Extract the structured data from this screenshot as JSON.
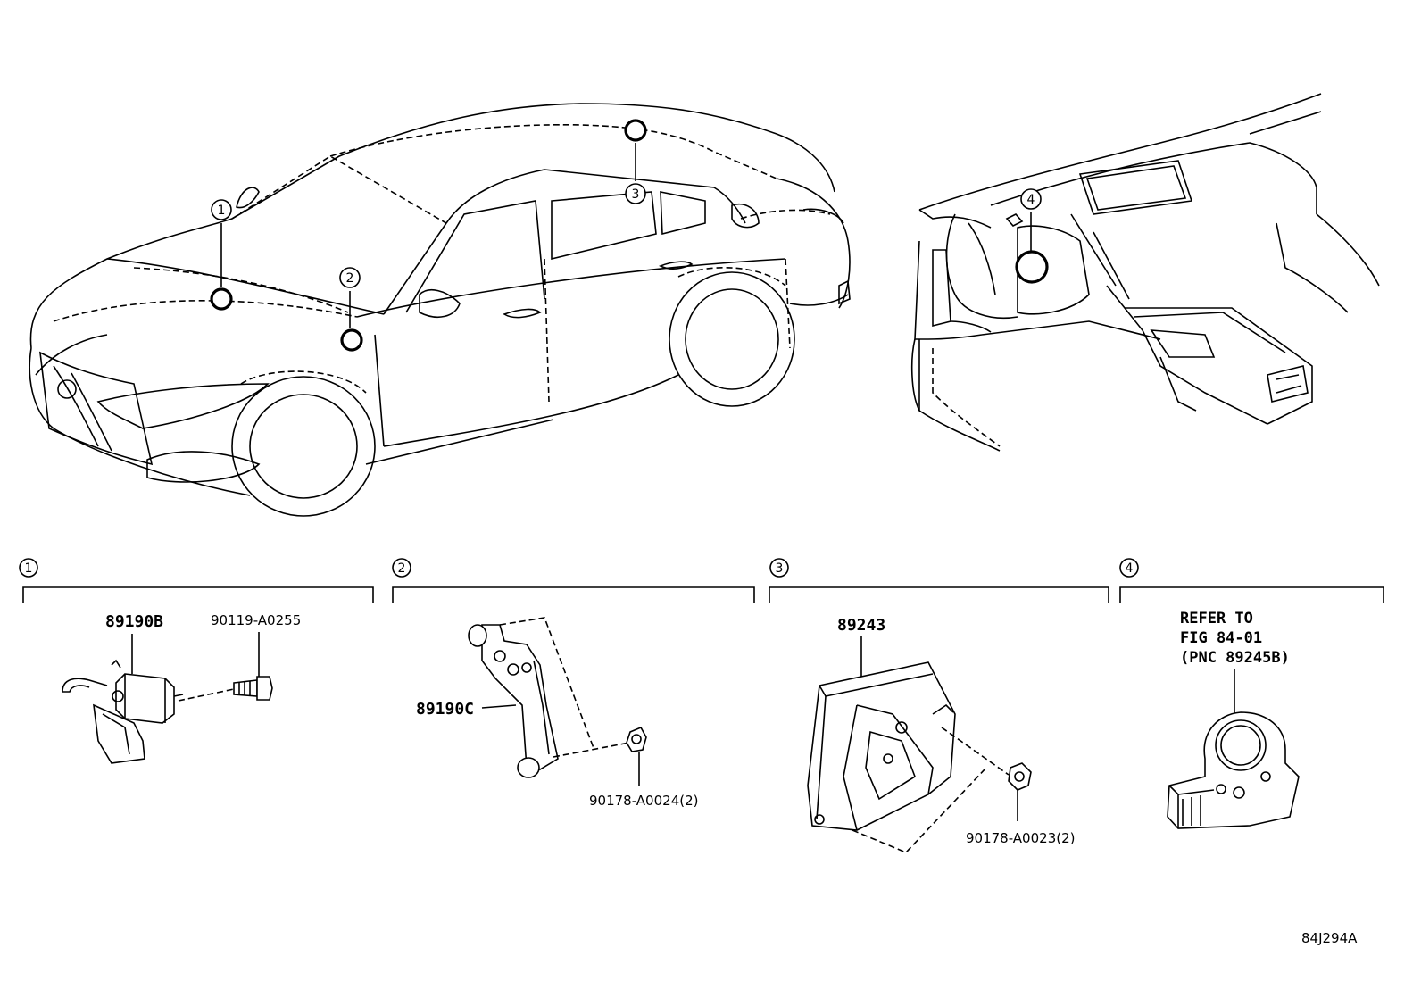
{
  "callouts": [
    "1",
    "2",
    "3",
    "4"
  ],
  "sections": [
    {
      "number": "1",
      "parts": [
        "89190B",
        "90119-A0255"
      ]
    },
    {
      "number": "2",
      "parts": [
        "89190C",
        "90178-A0024(2)"
      ]
    },
    {
      "number": "3",
      "parts": [
        "89243",
        "90178-A0023(2)"
      ]
    },
    {
      "number": "4",
      "refer": [
        "REFER TO",
        "FIG 84-01",
        "(PNC 89245B)"
      ]
    }
  ],
  "figure_code": "84J294A"
}
